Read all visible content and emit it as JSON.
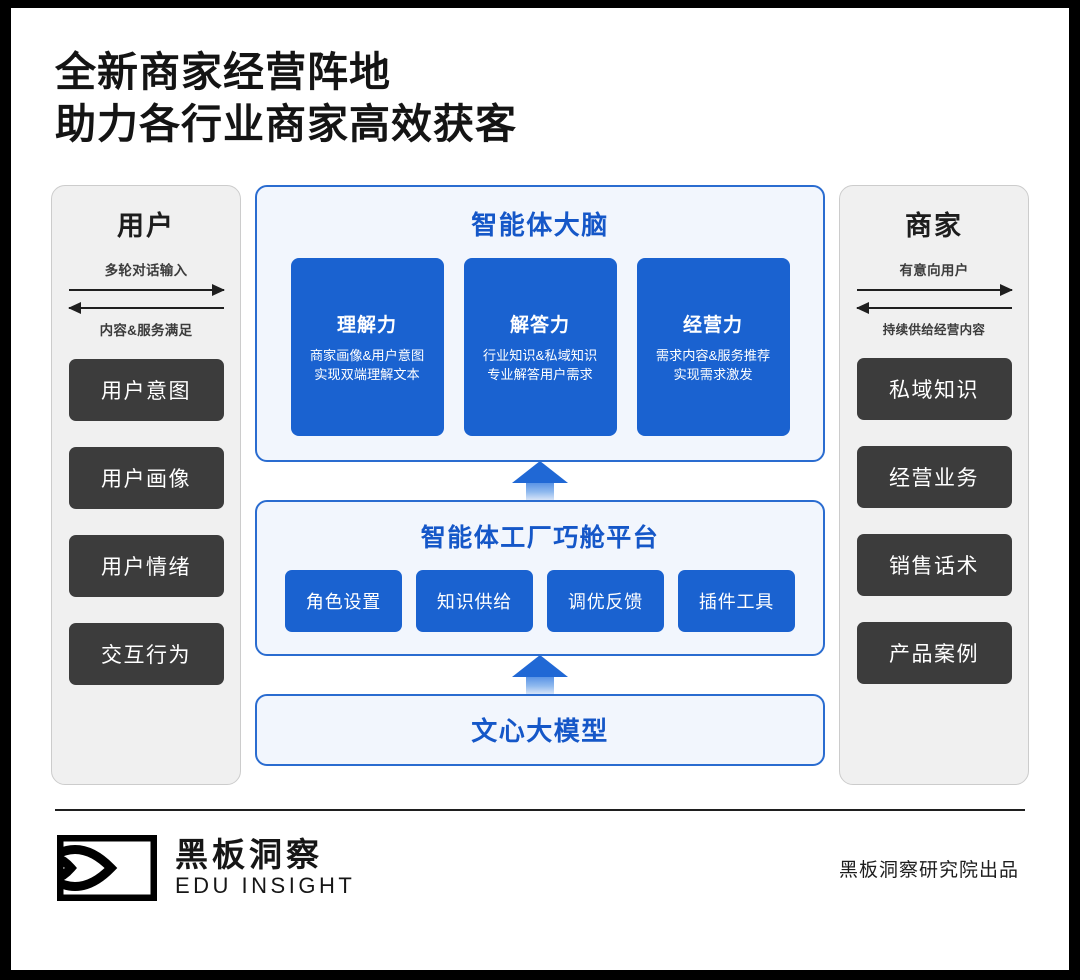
{
  "title": {
    "line1": "全新商家经营阵地",
    "line2": "助力各行业商家高效获客"
  },
  "left_column": {
    "heading": "用户",
    "arrow_out_label": "多轮对话输入",
    "arrow_in_label": "内容&服务满足",
    "chips": [
      "用户意图",
      "用户画像",
      "用户情绪",
      "交互行为"
    ]
  },
  "right_column": {
    "heading": "商家",
    "arrow_out_label": "有意向用户",
    "arrow_in_label": "持续供给经营内容",
    "chips": [
      "私域知识",
      "经营业务",
      "销售话术",
      "产品案例"
    ]
  },
  "brain_panel": {
    "title": "智能体大脑",
    "cards": [
      {
        "title": "理解力",
        "line1": "商家画像&用户意图",
        "line2": "实现双端理解文本"
      },
      {
        "title": "解答力",
        "line1": "行业知识&私域知识",
        "line2": "专业解答用户需求"
      },
      {
        "title": "经营力",
        "line1": "需求内容&服务推荐",
        "line2": "实现需求激发"
      }
    ]
  },
  "factory_panel": {
    "title": "智能体工厂巧舱平台",
    "chips": [
      "角色设置",
      "知识供给",
      "调优反馈",
      "插件工具"
    ]
  },
  "model_panel": {
    "title": "文心大模型"
  },
  "footer": {
    "brand_cn": "黑板洞察",
    "brand_en": "EDU INSIGHT",
    "note": "黑板洞察研究院出品"
  },
  "colors": {
    "accent_blue": "#1a62d0",
    "title_blue": "#1557c8",
    "panel_bg": "#f2f6fd",
    "panel_border": "#2a6cd0",
    "chip_dark": "#3c3c3c",
    "side_bg": "#f0f0f0",
    "frame_black": "#000000"
  }
}
